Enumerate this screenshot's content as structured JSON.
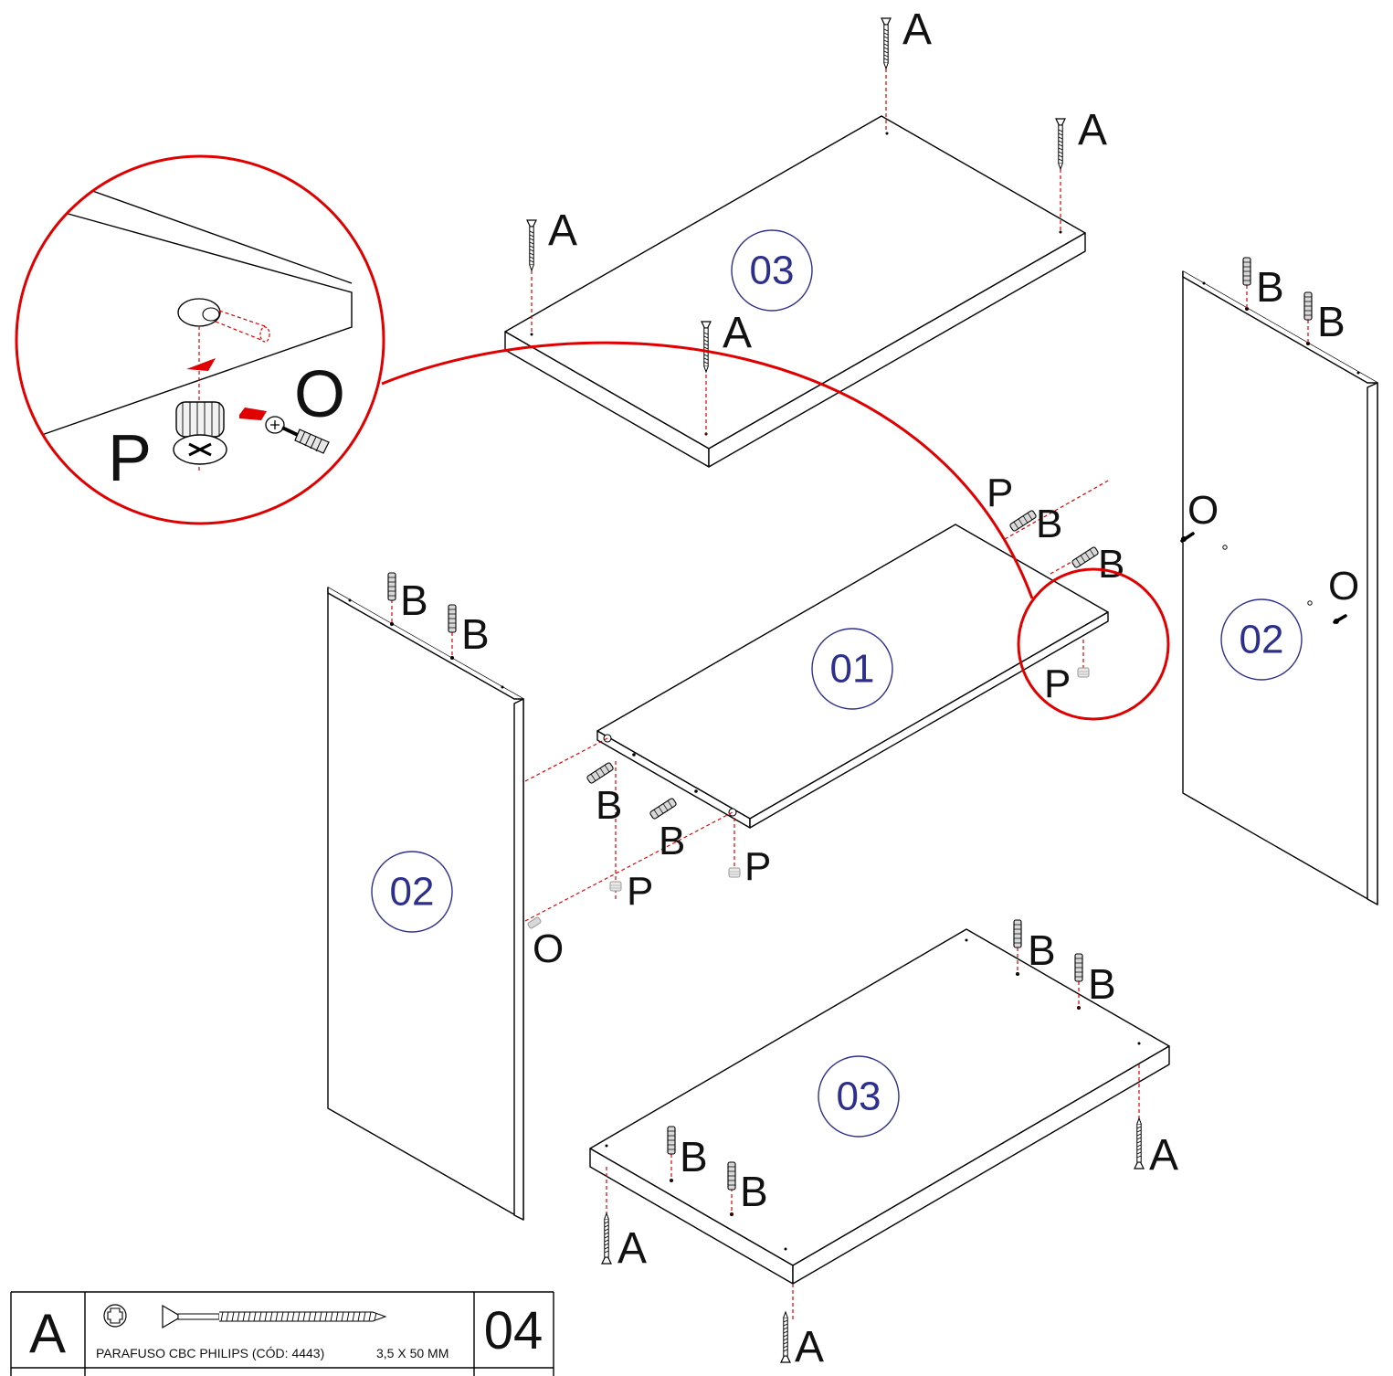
{
  "panels": {
    "top_panel_number": "03",
    "middle_shelf_number": "01",
    "left_side_number": "02",
    "right_side_number": "02",
    "bottom_panel_number": "03"
  },
  "part_labels": {
    "screw": "A",
    "dowel": "B",
    "cam_bolt": "O",
    "cam_lock": "P"
  },
  "detail_callout": {
    "cam_lock_label": "P",
    "cam_bolt_label": "O"
  },
  "parts_table": {
    "rows": [
      {
        "letter": "A",
        "description": "PARAFUSO CBC PHILIPS (CÓD: 4443)",
        "size": "3,5 X 50 MM",
        "quantity": "04"
      }
    ]
  },
  "colors": {
    "guide_line": "#e00000",
    "badge": "#2d2f8c",
    "outline": "#000000"
  }
}
